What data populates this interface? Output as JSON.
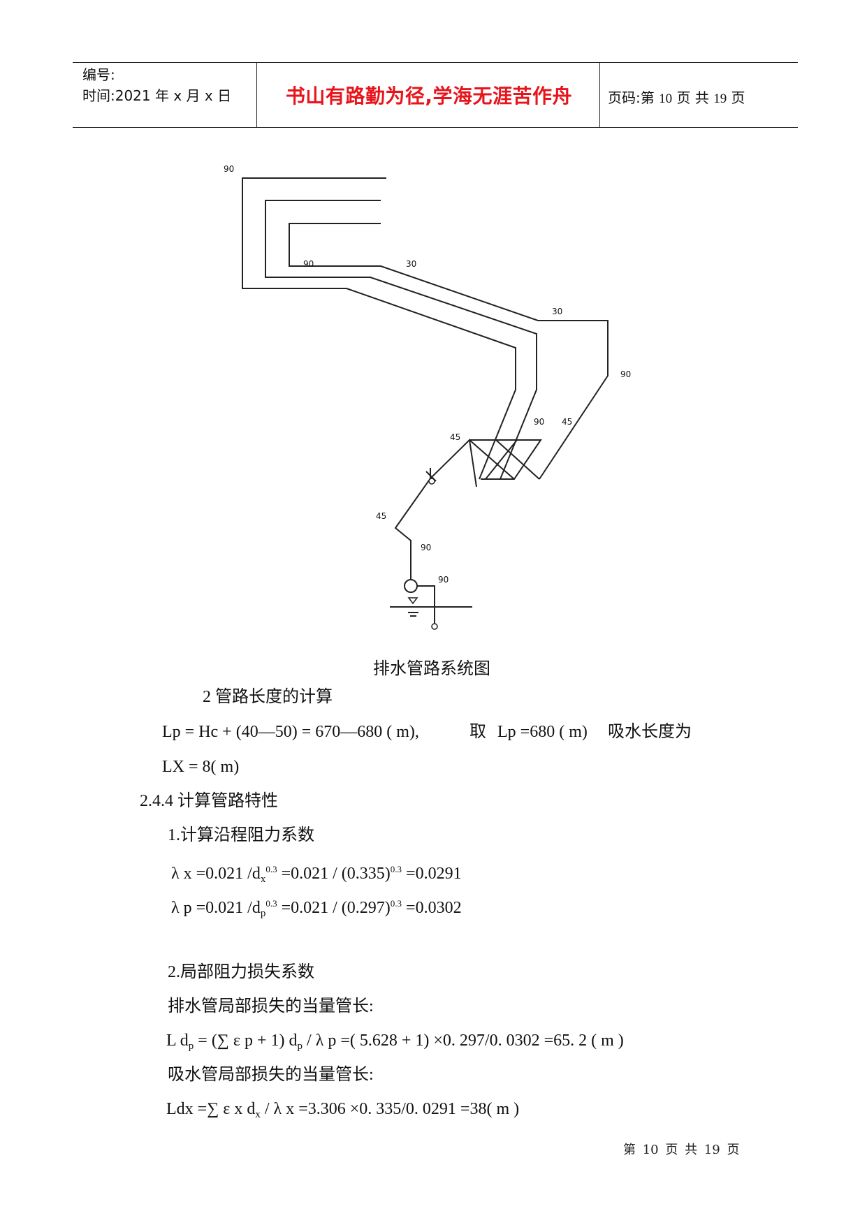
{
  "header": {
    "number_label": "编号:",
    "time_label": "时间:2021 年 x 月 x 日",
    "motto": "书山有路勤为径,学海无涯苦作舟",
    "page_prefix": "页码:第 ",
    "page_current": "10",
    "page_middle": " 页  共 ",
    "page_total": "19",
    "page_suffix": " 页"
  },
  "diagram": {
    "labels": [
      "90",
      "90",
      "30",
      "30",
      "90",
      "90",
      "45",
      "45",
      "45",
      "90",
      "90"
    ]
  },
  "caption": "排水管路系统图",
  "sections": {
    "pipe_length_heading": "2 管路长度的计算",
    "lp_formula": "Lp = Hc + (40—50) = 670—680    ( m),",
    "lp_take": "取",
    "lp_value": "Lp =680 ( m)",
    "suction_intro": "吸水长度为",
    "lx_formula": "LX = 8( m)",
    "heading_244": "2.4.4  计算管路特性",
    "friction_heading": "1.计算沿程阻力系数",
    "lambda_x": {
      "lhs": "λ x =0.021 /d",
      "sub": "x",
      "sup": "0.3",
      "mid": " =0.021 / (0.335)",
      "sup2": "0.3",
      "result": " =0.0291"
    },
    "lambda_p": {
      "lhs": "λ p =0.021 /d",
      "sub": "p",
      "sup": "0.3",
      "mid": " =0.021 / (0.297)",
      "sup2": "0.3",
      "result": " =0.0302"
    },
    "local_heading": "2.局部阻力损失系数",
    "drain_equiv_label": "排水管局部损失的当量管长:",
    "ldp": {
      "a": "L d",
      "sub1": "p",
      "b": " = (∑ ε p + 1) d",
      "sub2": "p",
      "c": " / λ p =( 5.628 + 1) ×0. 297/0. 0302  =65. 2 ( m )"
    },
    "suction_equiv_label": "吸水管局部损失的当量管长:",
    "ldx": {
      "a": "Ldx  =∑ ε x    d",
      "sub": "x",
      "b": " / λ x =3.306  ×0. 335/0. 0291  =38( m )"
    }
  },
  "footer": {
    "prefix": "第 ",
    "current": "10",
    "middle": " 页 共 ",
    "total": "19",
    "suffix": " 页"
  }
}
